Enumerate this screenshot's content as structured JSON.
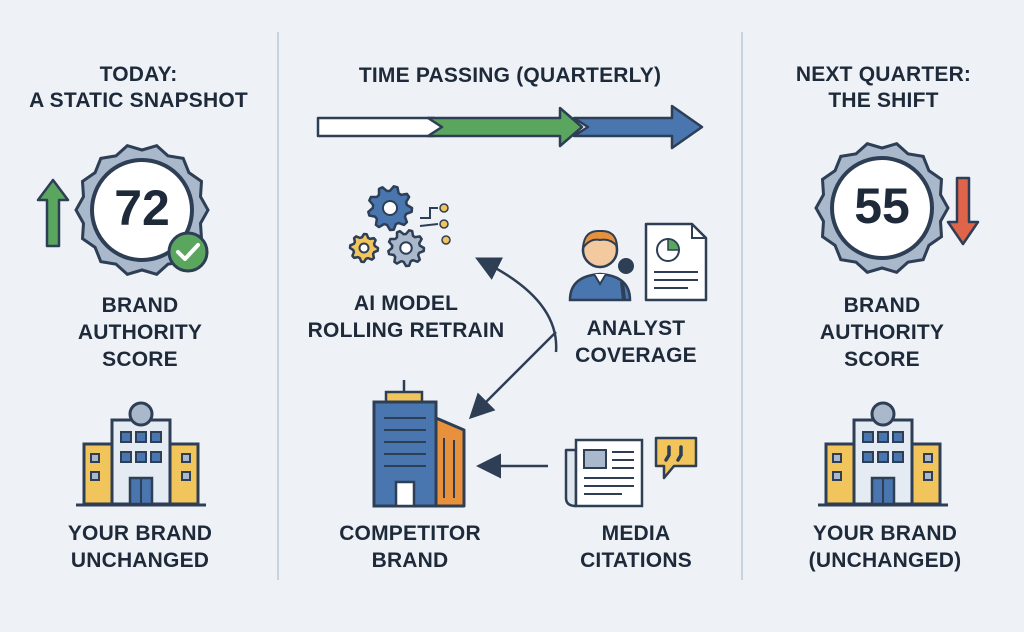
{
  "left": {
    "title_line1": "TODAY:",
    "title_line2": "A STATIC SNAPSHOT",
    "score": "72",
    "score_label_line1": "BRAND",
    "score_label_line2": "AUTHORITY",
    "score_label_line3": "SCORE",
    "brand_label_line1": "YOUR BRAND",
    "brand_label_line2": "UNCHANGED"
  },
  "middle": {
    "title": "TIME PASSING (QUARTERLY)",
    "ai_model_line1": "AI MODEL",
    "ai_model_line2": "ROLLING RETRAIN",
    "analyst_line1": "ANALYST",
    "analyst_line2": "COVERAGE",
    "competitor_line1": "COMPETITOR",
    "competitor_line2": "BRAND",
    "media_line1": "MEDIA",
    "media_line2": "CITATIONS"
  },
  "right": {
    "title_line1": "NEXT QUARTER:",
    "title_line2": "THE SHIFT",
    "score": "55",
    "score_label_line1": "BRAND",
    "score_label_line2": "AUTHORITY",
    "score_label_line3": "SCORE",
    "brand_label_line1": "YOUR BRAND",
    "brand_label_line2": "(UNCHANGED)"
  },
  "colors": {
    "green": "#5aa65f",
    "blue": "#4a76b0",
    "orange": "#e8913c",
    "yellow": "#f2c55c",
    "red": "#e0644a",
    "navy": "#2d3e55"
  }
}
